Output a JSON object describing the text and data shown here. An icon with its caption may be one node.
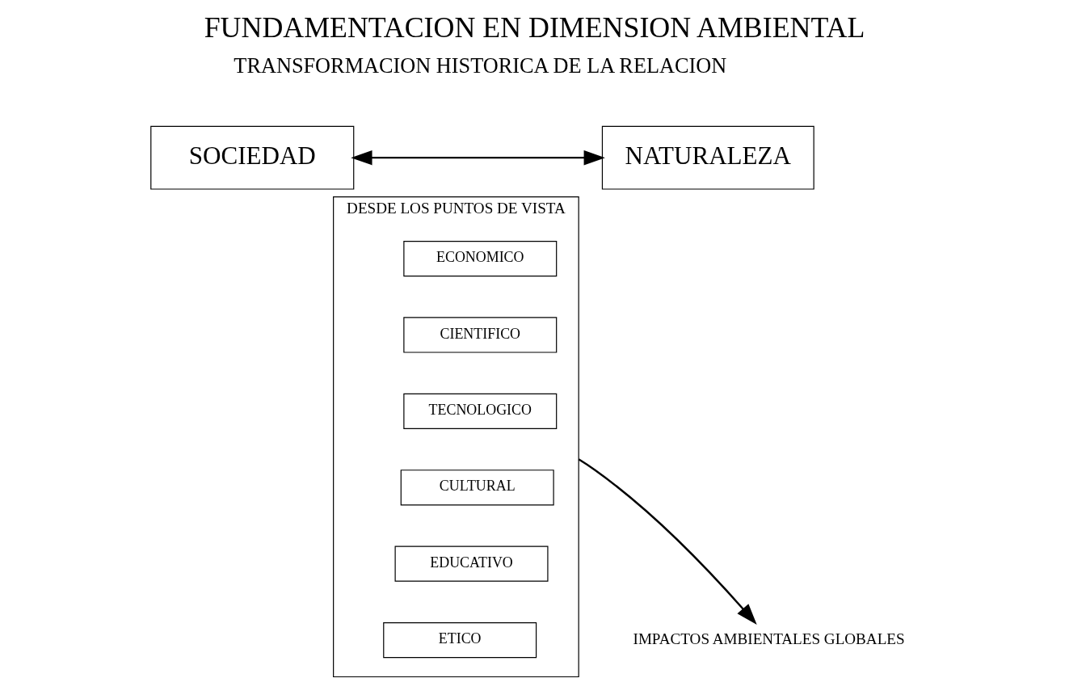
{
  "diagram": {
    "title": "FUNDAMENTACION EN DIMENSION AMBIENTAL",
    "nodes": [
      {
        "text": [
          "SOCIEDAD"
        ]
      },
      {
        "text": [
          "NATURALEZA"
        ]
      },
      {
        "text": [
          "DESDE LOS PUNTOS DE VISTA"
        ]
      },
      {
        "text": [
          "ECONOMICO"
        ],
        "in": 2
      },
      {
        "text": [
          "CIENTIFICO"
        ],
        "in": 2
      },
      {
        "text": [
          "TECNOLOGICO"
        ],
        "in": 2
      },
      {
        "text": [
          "CULTURAL"
        ],
        "in": 2
      },
      {
        "text": [
          "EDUCATIVO"
        ],
        "in": 2
      },
      {
        "text": [
          "ETICO"
        ],
        "in": 2
      },
      {
        "text": [
          "IMPACTOS AMBIENTALES GLOBALES"
        ]
      }
    ],
    "edges": [
      {
        "from": 0,
        "to": 1,
        "arrow": "both"
      },
      {
        "from": 2,
        "to": 9,
        "arrow": "to"
      }
    ],
    "labels": [
      "TRANSFORMACION HISTORICA DE LA RELACION"
    ]
  }
}
